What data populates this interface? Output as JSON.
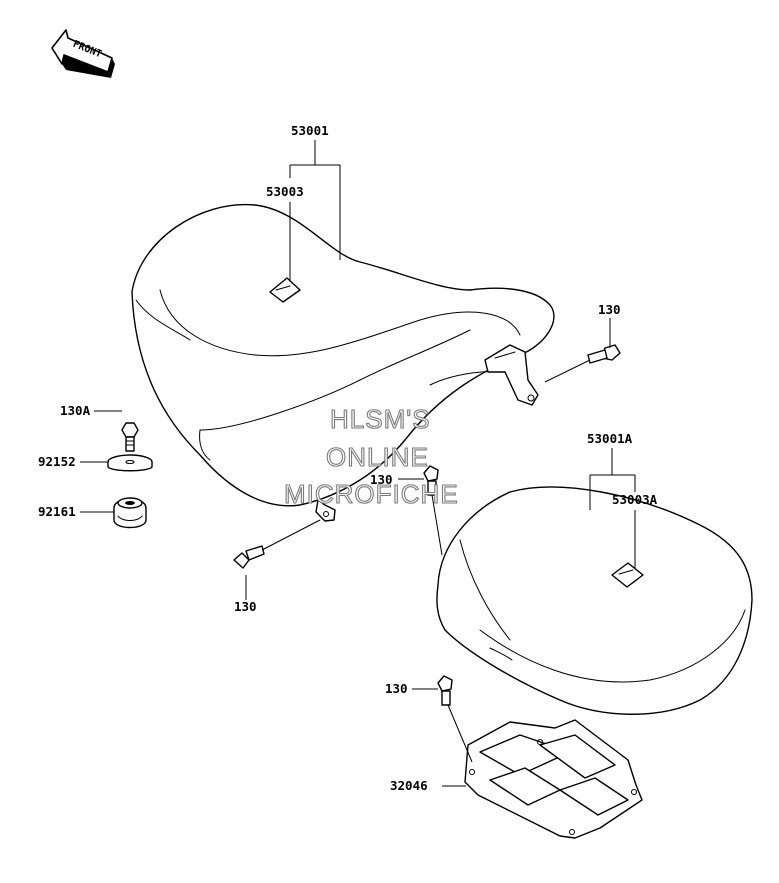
{
  "front_arrow": {
    "label": "FRONT",
    "icon": "front-arrow-icon"
  },
  "watermark": {
    "line1": "HLSM'S",
    "line2": "ONLINE",
    "line3": "MICROFICHE"
  },
  "callouts": {
    "seat_front_assy": "53001",
    "seat_front_strap": "53003",
    "seat_rear_assy": "53001A",
    "seat_rear_strap": "53003A",
    "bolt_right": "130",
    "bolt_left_a": "130A",
    "bolt_left_lower": "130",
    "bolt_center": "130",
    "bolt_cover": "130",
    "collar": "92152",
    "damper": "92161",
    "cover": "32046"
  },
  "colors": {
    "line": "#000000",
    "background": "#ffffff",
    "watermark_outline": "#7a7a7a"
  }
}
